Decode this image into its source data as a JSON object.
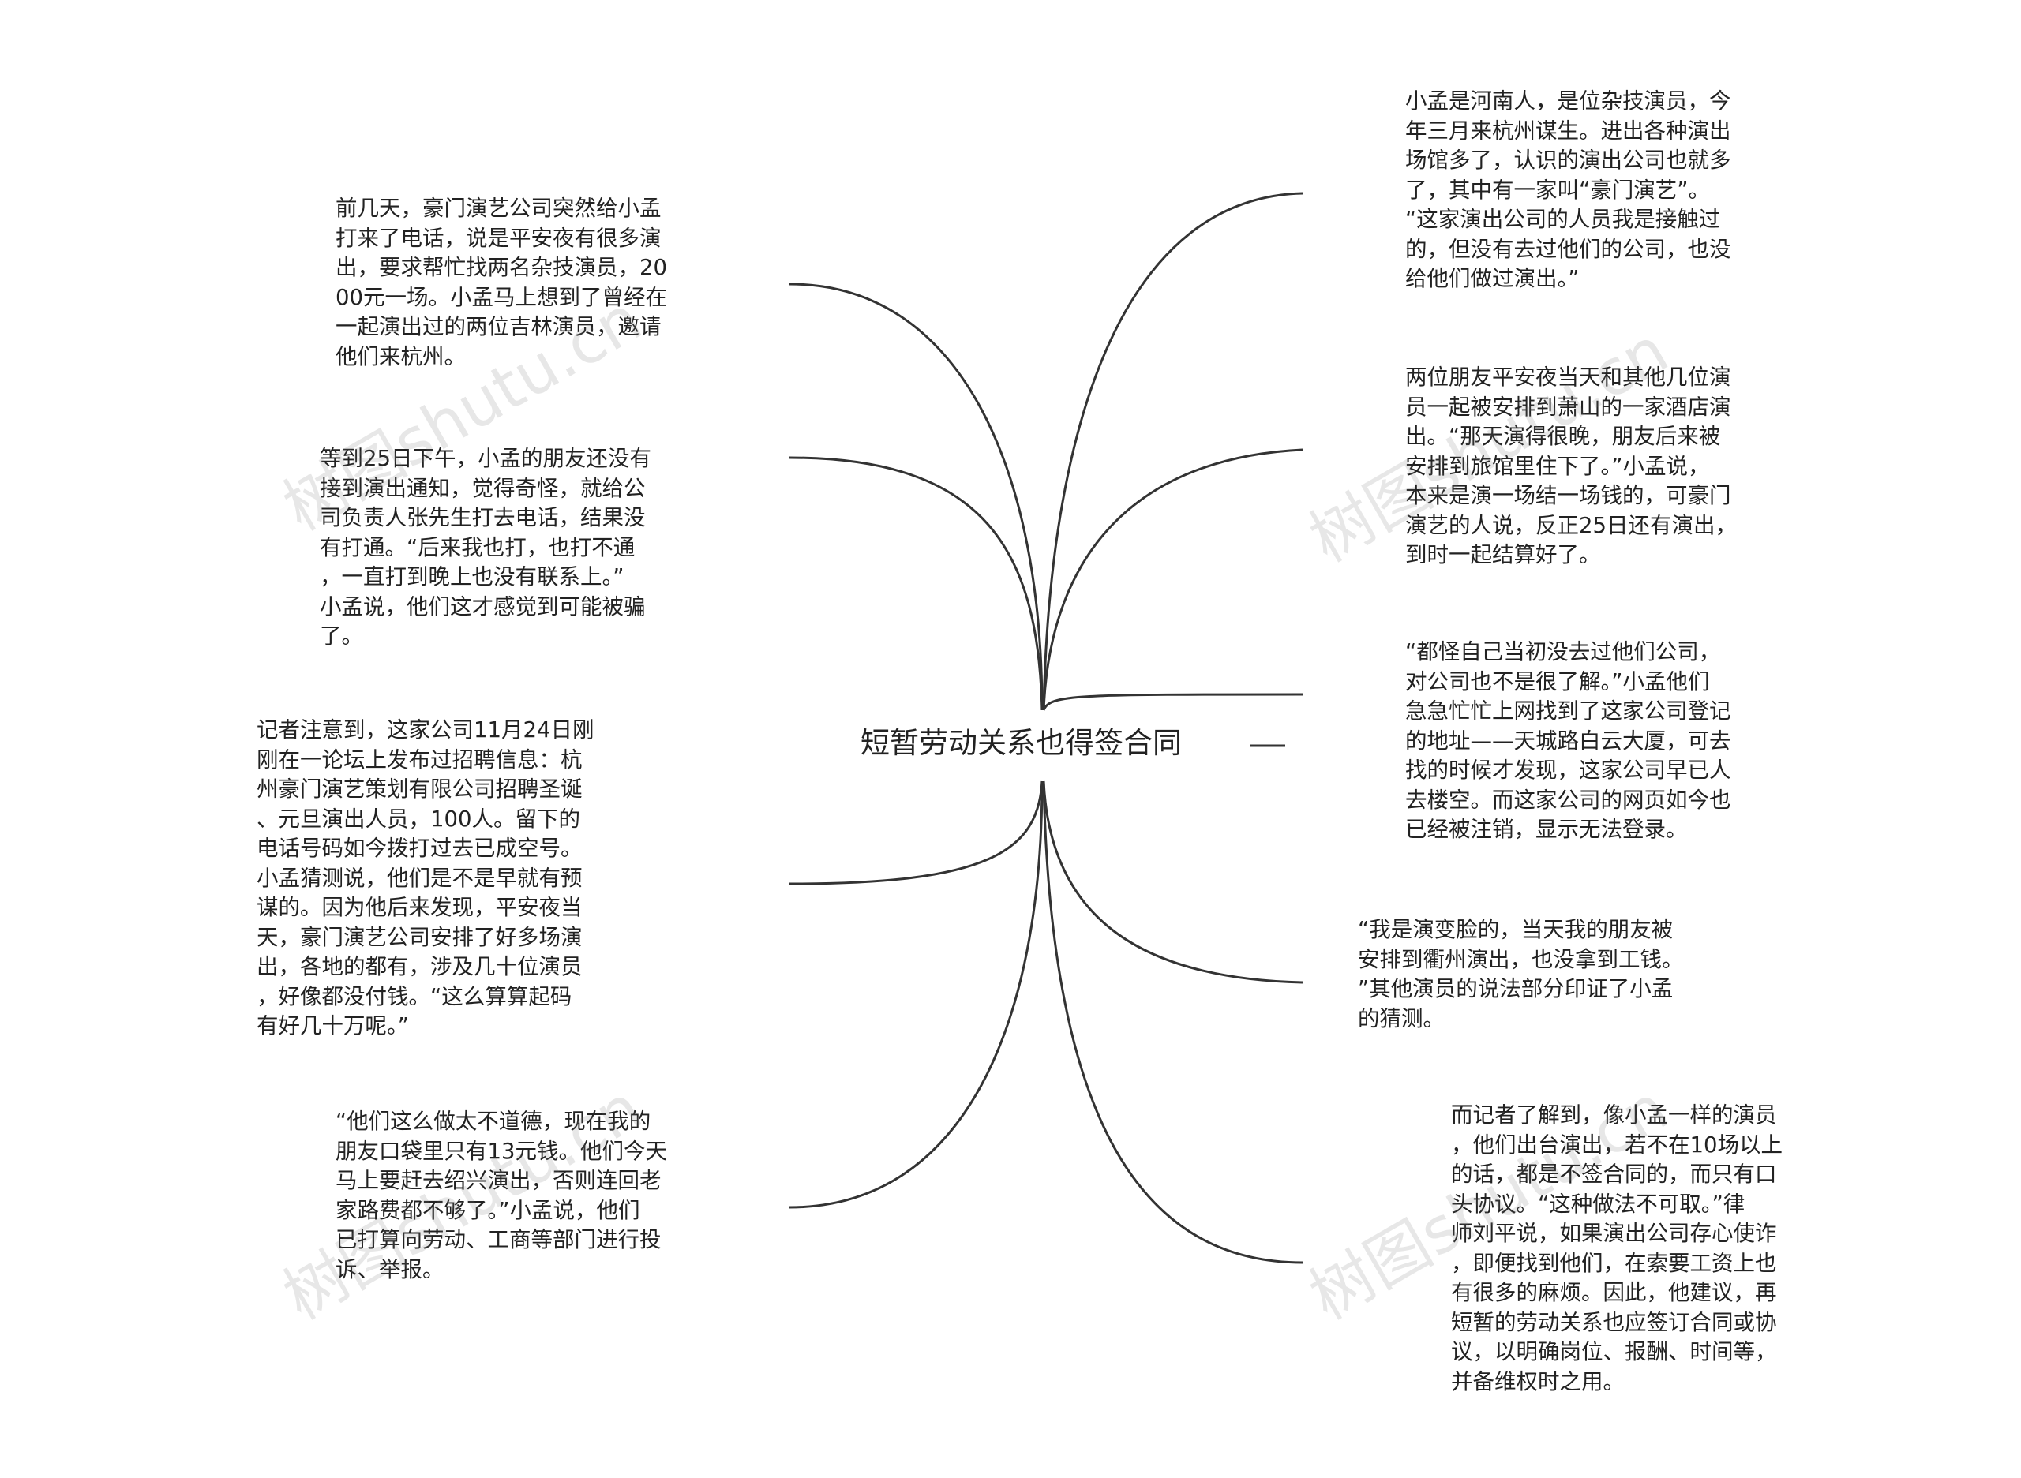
{
  "center": {
    "title": "短暂劳动关系也得签合同"
  },
  "watermarks": [
    "树图shutu.cn",
    "树图shutu.cn",
    "树图shutu.cn",
    "树图shutu.cn"
  ],
  "left_nodes": [
    {
      "lines": [
        "前几天，豪门演艺公司突然给小孟",
        "打来了电话，说是平安夜有很多演",
        "出，要求帮忙找两名杂技演员，20",
        "00元一场。小孟马上想到了曾经在",
        "一起演出过的两位吉林演员，邀请",
        "他们来杭州。"
      ]
    },
    {
      "lines": [
        "等到25日下午，小孟的朋友还没有",
        "接到演出通知，觉得奇怪，就给公",
        "司负责人张先生打去电话，结果没",
        "有打通。“后来我也打，也打不通",
        "，一直打到晚上也没有联系上。”",
        "小孟说，他们这才感觉到可能被骗",
        "了。"
      ]
    },
    {
      "lines": [
        "记者注意到，这家公司11月24日刚",
        "刚在一论坛上发布过招聘信息：杭",
        "州豪门演艺策划有限公司招聘圣诞",
        "、元旦演出人员，100人。留下的",
        "电话号码如今拨打过去已成空号。",
        "小孟猜测说，他们是不是早就有预",
        "谋的。因为他后来发现，平安夜当",
        "天，豪门演艺公司安排了好多场演",
        "出，各地的都有，涉及几十位演员",
        "，好像都没付钱。“这么算算起码",
        "有好几十万呢。”"
      ]
    },
    {
      "lines": [
        "“他们这么做太不道德，现在我的",
        "朋友口袋里只有13元钱。他们今天",
        "马上要赶去绍兴演出，否则连回老",
        "家路费都不够了。”小孟说，他们",
        "已打算向劳动、工商等部门进行投",
        "诉、举报。"
      ]
    }
  ],
  "right_nodes": [
    {
      "lines": [
        "小孟是河南人，是位杂技演员，今",
        "年三月来杭州谋生。进出各种演出",
        "场馆多了，认识的演出公司也就多",
        "了，其中有一家叫“豪门演艺”。",
        "“这家演出公司的人员我是接触过",
        "的，但没有去过他们的公司，也没",
        "给他们做过演出。”"
      ]
    },
    {
      "lines": [
        "两位朋友平安夜当天和其他几位演",
        "员一起被安排到萧山的一家酒店演",
        "出。“那天演得很晚，朋友后来被",
        "安排到旅馆里住下了。”小孟说，",
        "本来是演一场结一场钱的，可豪门",
        "演艺的人说，反正25日还有演出，",
        "到时一起结算好了。"
      ]
    },
    {
      "lines": [
        "“都怪自己当初没去过他们公司，",
        "对公司也不是很了解。”小孟他们",
        "急急忙忙上网找到了这家公司登记",
        "的地址——天城路白云大厦，可去",
        "找的时候才发现，这家公司早已人",
        "去楼空。而这家公司的网页如今也",
        "已经被注销，显示无法登录。"
      ]
    },
    {
      "lines": [
        "“我是演变脸的，当天我的朋友被",
        "安排到衢州演出，也没拿到工钱。",
        "”其他演员的说法部分印证了小孟",
        "的猜测。"
      ]
    },
    {
      "lines": [
        "而记者了解到，像小孟一样的演员",
        "，他们出台演出，若不在10场以上",
        "的话，都是不签合同的，而只有口",
        "头协议。“这种做法不可取。”律",
        "师刘平说，如果演出公司存心使诈",
        "，即便找到他们，在索要工资上也",
        "有很多的麻烦。因此，他建议，再",
        "短暂的劳动关系也应签订合同或协",
        "议，以明确岗位、报酬、时间等，",
        "并备维权时之用。"
      ]
    }
  ]
}
